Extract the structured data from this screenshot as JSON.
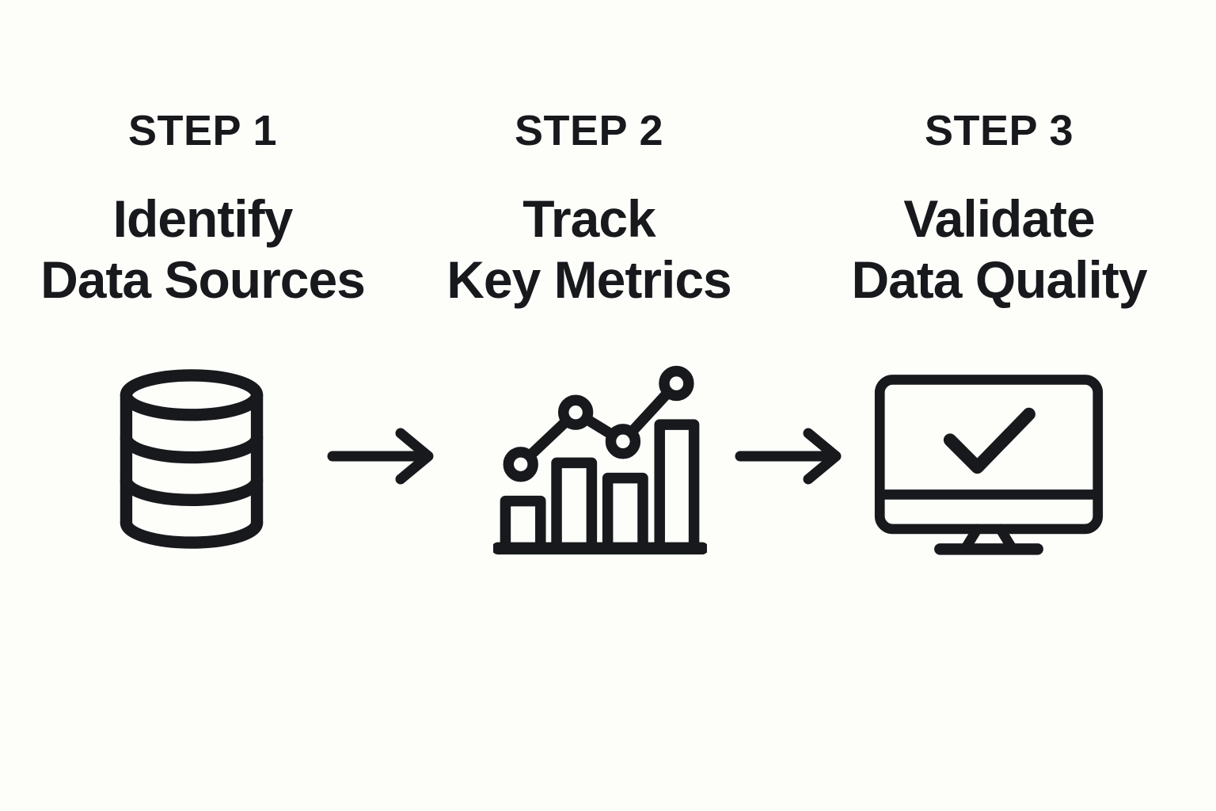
{
  "page": {
    "background_color": "#FDFDFA",
    "ink_color": "#17191C",
    "description": "Three-step data process flow diagram"
  },
  "steps": [
    {
      "step_label": "STEP 1",
      "title_line1": "Identify",
      "title_line2": "Data Sources",
      "icon": "database-icon"
    },
    {
      "step_label": "STEP 2",
      "title_line1": "Track",
      "title_line2": "Key Metrics",
      "icon": "bar-chart-trend-icon"
    },
    {
      "step_label": "STEP 3",
      "title_line1": "Validate",
      "title_line2": "Data Quality",
      "icon": "monitor-check-icon"
    }
  ],
  "connectors": [
    {
      "icon": "arrow-right-icon"
    },
    {
      "icon": "arrow-right-icon"
    }
  ]
}
